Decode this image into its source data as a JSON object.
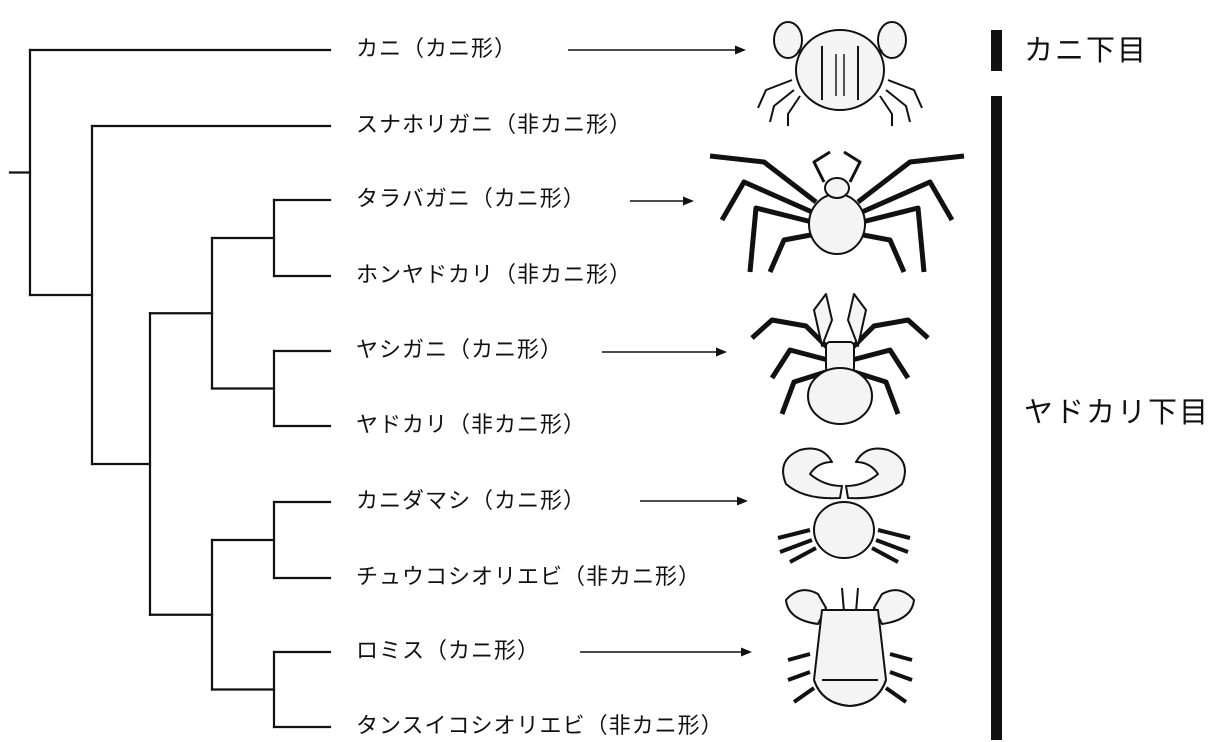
{
  "diagram": {
    "taxa": [
      {
        "name": "カニ",
        "form": "（カニ形）",
        "arrow": true
      },
      {
        "name": "スナホリガニ",
        "form": "（非カニ形）",
        "arrow": false
      },
      {
        "name": "タラバガニ",
        "form": "（カニ形）",
        "arrow": true
      },
      {
        "name": "ホンヤドカリ",
        "form": "（非カニ形）",
        "arrow": false
      },
      {
        "name": "ヤシガニ",
        "form": "（カニ形）",
        "arrow": true
      },
      {
        "name": "ヤドカリ",
        "form": "（非カニ形）",
        "arrow": false
      },
      {
        "name": "カニダマシ",
        "form": "（カニ形）",
        "arrow": true
      },
      {
        "name": "チュウコシオリエビ",
        "form": "（非カニ形）",
        "arrow": false
      },
      {
        "name": "ロミス",
        "form": "（カニ形）",
        "arrow": true
      },
      {
        "name": "タンスイコシオリエビ",
        "form": "（非カニ形）",
        "arrow": false
      }
    ],
    "groups": [
      {
        "label": "カニ下目"
      },
      {
        "label": "ヤドカリ下目"
      }
    ],
    "illustrations": [
      {
        "icon": "true-crab-drawing"
      },
      {
        "icon": "king-crab-drawing"
      },
      {
        "icon": "coconut-crab-drawing"
      },
      {
        "icon": "porcelain-crab-drawing"
      },
      {
        "icon": "lomis-crab-drawing"
      }
    ],
    "colors": {
      "line": "#111111",
      "crab_fill": "#f4f4f4",
      "background": "#ffffff"
    }
  }
}
